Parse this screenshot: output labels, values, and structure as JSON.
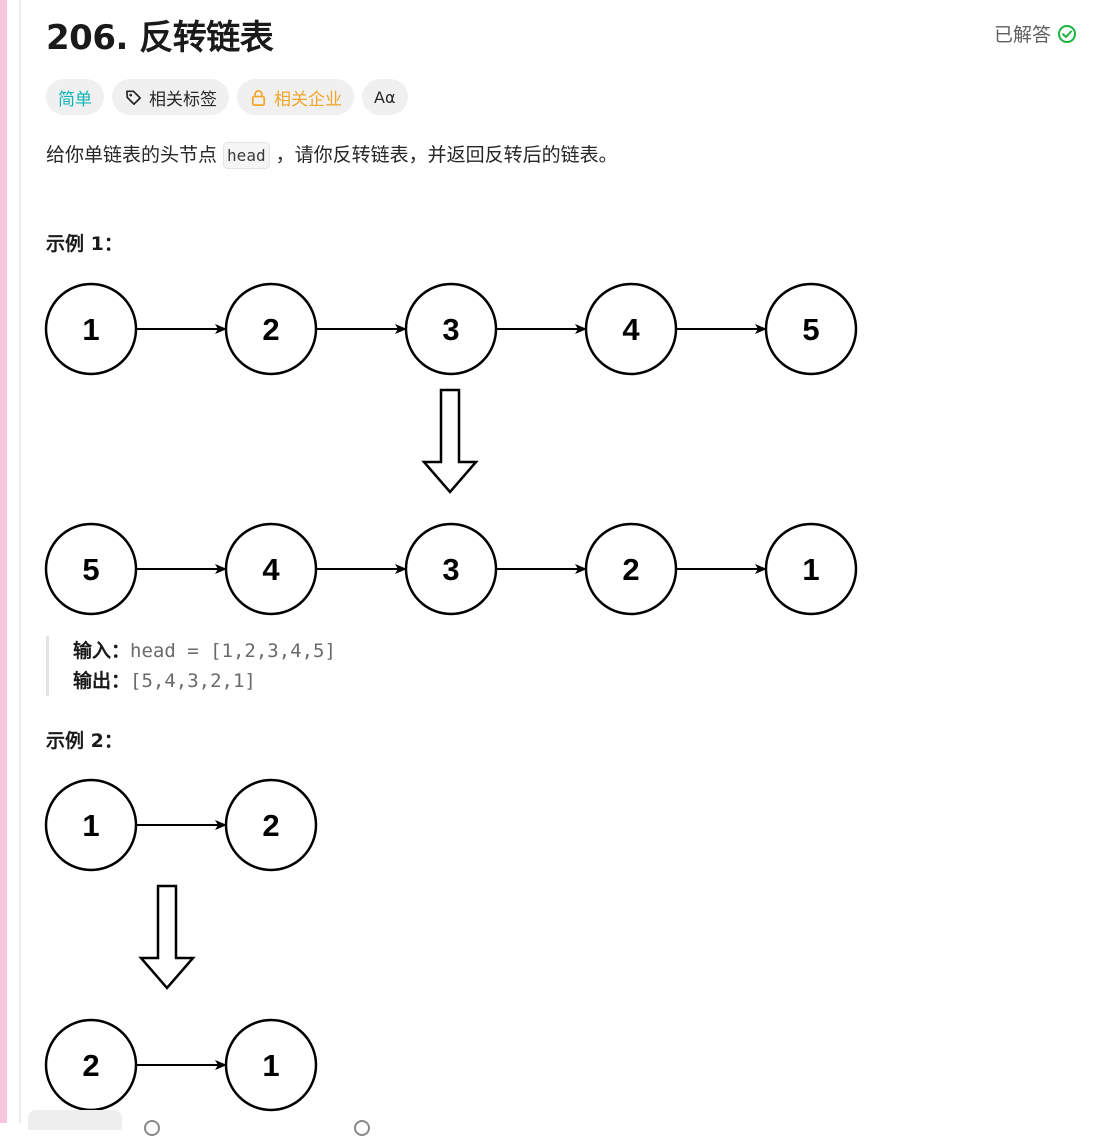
{
  "header": {
    "title": "206. 反转链表",
    "solved_label": "已解答",
    "solved_icon": "check-circle-icon",
    "solved_color": "#19b33d"
  },
  "tags": {
    "difficulty": "简单",
    "related_tags": "相关标签",
    "related_companies": "相关企业",
    "font_icon_label": "Aα",
    "difficulty_color": "#0fb5b5",
    "company_color": "#f1a52a"
  },
  "description": {
    "before": "给你单链表的头节点 ",
    "code": "head",
    "after": " ，请你反转链表，并返回反转后的链表。"
  },
  "example1": {
    "title": "示例 1：",
    "top_nodes": [
      "1",
      "2",
      "3",
      "4",
      "5"
    ],
    "bottom_nodes": [
      "5",
      "4",
      "3",
      "2",
      "1"
    ],
    "input_label": "输入：",
    "input_value": "head = [1,2,3,4,5]",
    "output_label": "输出：",
    "output_value": "[5,4,3,2,1]"
  },
  "example2": {
    "title": "示例 2：",
    "top_nodes": [
      "1",
      "2"
    ],
    "bottom_nodes": [
      "2",
      "1"
    ]
  }
}
